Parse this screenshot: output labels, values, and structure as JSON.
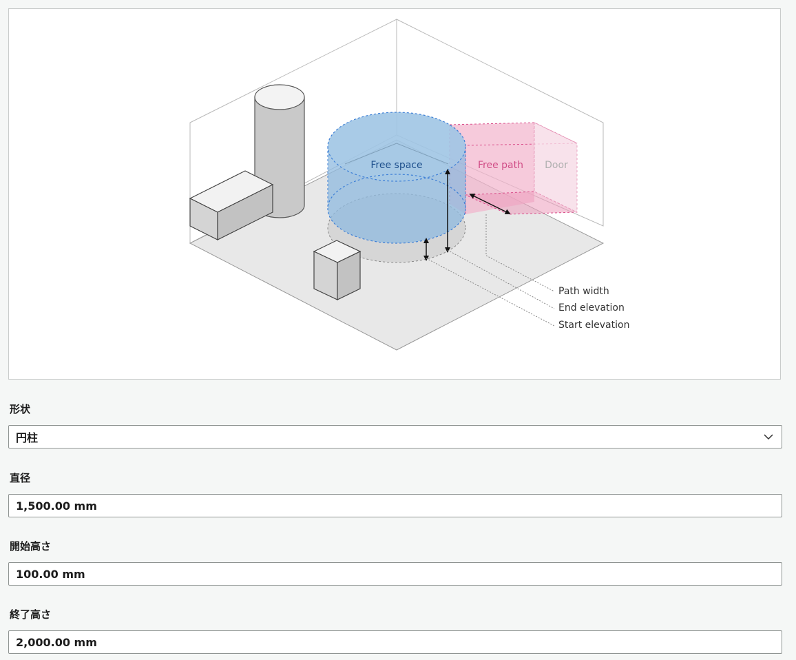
{
  "diagram": {
    "labels": {
      "free_space": "Free space",
      "free_path": "Free path",
      "door": "Door",
      "path_width": "Path width",
      "end_elevation": "End elevation",
      "start_elevation": "Start elevation"
    },
    "colors": {
      "free_space_fill": "#8fb9df",
      "free_space_edge": "#3d7fd6",
      "free_path_fill": "#f2b3cc",
      "free_path_edge": "#d94d8a",
      "door_text": "#b0b0b0",
      "free_space_text": "#1d4f8c",
      "free_path_text": "#d04c86"
    }
  },
  "form": {
    "shape": {
      "label": "形状",
      "value": "円柱",
      "icon": "chevron-down-icon"
    },
    "diameter": {
      "label": "直径",
      "value": "1,500.00 mm"
    },
    "start_height": {
      "label": "開始高さ",
      "value": "100.00 mm"
    },
    "end_height": {
      "label": "終了高さ",
      "value": "2,000.00 mm"
    }
  }
}
